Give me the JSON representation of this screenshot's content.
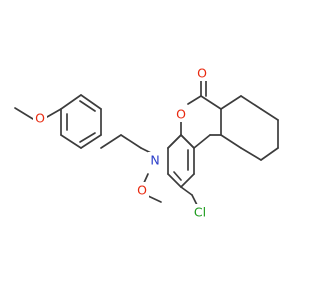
{
  "atoms": {
    "methoxy_carbon": {
      "symbol": "",
      "color": "#3c3c3c"
    },
    "methoxy_oxygen": {
      "symbol": "O",
      "color": "#e8280e"
    },
    "amine_nitrogen": {
      "symbol": "N",
      "color": "#2b3ec9"
    },
    "oxazine_oxygen": {
      "symbol": "O",
      "color": "#e8280e"
    },
    "lactone_ring_oxygen": {
      "symbol": "O",
      "color": "#e8280e"
    },
    "carbonyl_oxygen": {
      "symbol": "O",
      "color": "#e8280e"
    },
    "chlorine": {
      "symbol": "Cl",
      "color": "#1b9b1b"
    }
  },
  "bond_color": "#3c3c3c"
}
